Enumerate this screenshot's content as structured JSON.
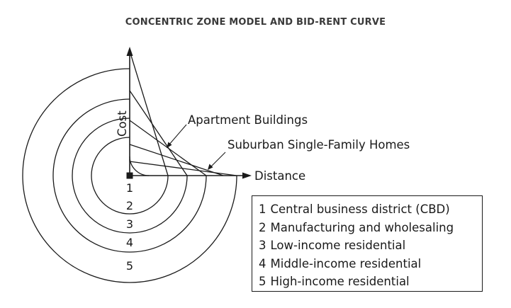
{
  "title": "CONCENTRIC ZONE MODEL AND BID-RENT CURVE",
  "axes": {
    "y_label": "Cost",
    "x_label": "Distance"
  },
  "annotations": {
    "apartments": "Apartment Buildings",
    "suburban": "Suburban Single-Family Homes"
  },
  "zones": [
    {
      "number": "1",
      "name": "Central business district (CBD)"
    },
    {
      "number": "2",
      "name": "Manufacturing and wholesaling"
    },
    {
      "number": "3",
      "name": "Low-income residential"
    },
    {
      "number": "4",
      "name": "Middle-income residential"
    },
    {
      "number": "5",
      "name": "High-income residential"
    }
  ]
}
